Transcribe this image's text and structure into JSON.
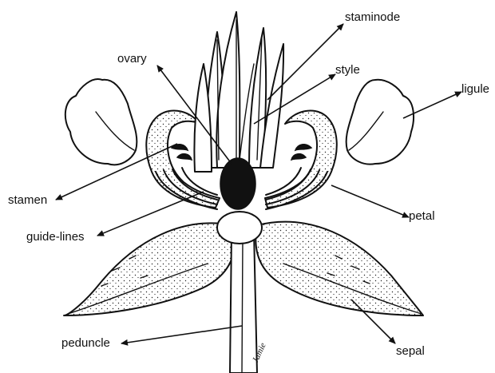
{
  "labels": {
    "staminode": "staminode",
    "ovary": "ovary",
    "style": "style",
    "ligule": "ligule",
    "stamen": "stamen",
    "petal": "petal",
    "guide_lines": "guide-lines",
    "peduncle": "peduncle",
    "sepal": "sepal"
  },
  "signature": "Jamie"
}
